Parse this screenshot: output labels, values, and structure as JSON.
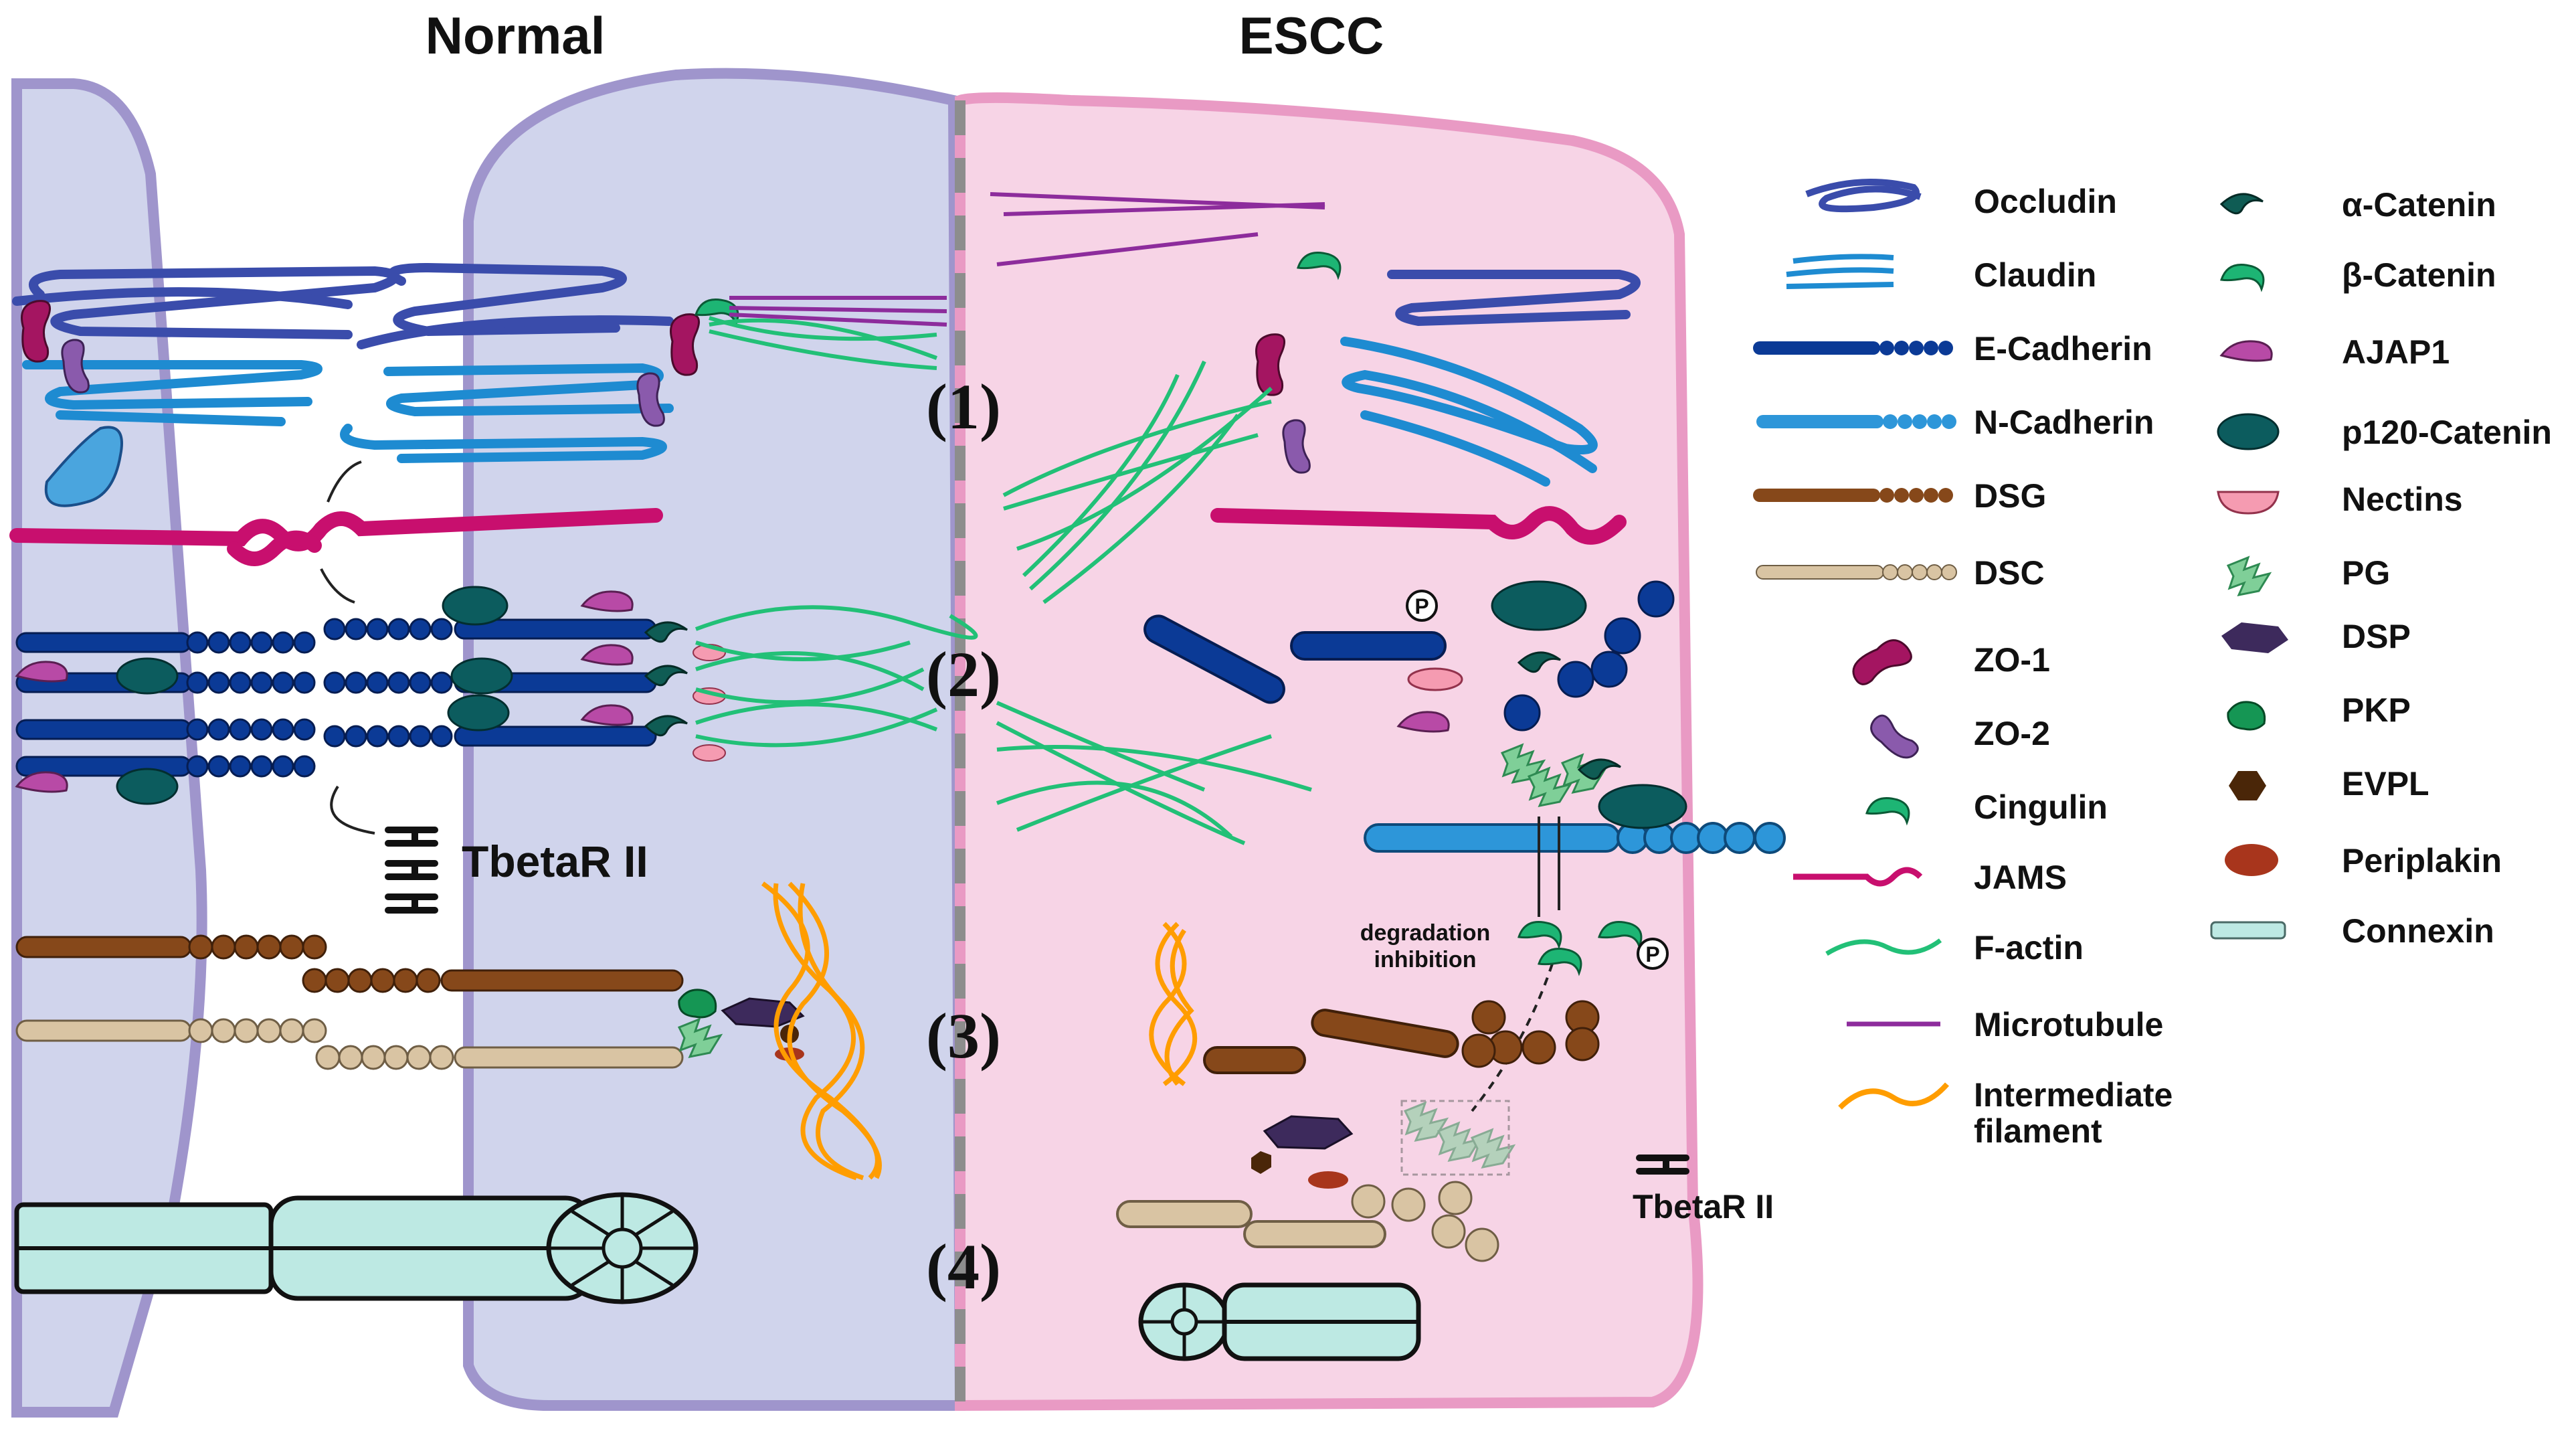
{
  "titles": {
    "normal": "Normal",
    "escc": "ESCC"
  },
  "stage_markers": [
    "(1)",
    "(2)",
    "(3)",
    "(4)"
  ],
  "annotations": {
    "receptor_normal": "TbetaR II",
    "receptor_escc": "TbetaR II",
    "degradation_line1": "degradation",
    "degradation_line2": "inhibition",
    "phospho": "P"
  },
  "legend": {
    "col1": [
      {
        "label": "Occludin",
        "icon": "occludin-icon"
      },
      {
        "label": "Claudin",
        "icon": "claudin-icon"
      },
      {
        "label": "E-Cadherin",
        "icon": "e-cadherin-icon"
      },
      {
        "label": "N-Cadherin",
        "icon": "n-cadherin-icon"
      },
      {
        "label": "DSG",
        "icon": "dsg-icon"
      },
      {
        "label": "DSC",
        "icon": "dsc-icon"
      },
      {
        "label": "ZO-1",
        "icon": "zo1-icon"
      },
      {
        "label": "ZO-2",
        "icon": "zo2-icon"
      },
      {
        "label": "Cingulin",
        "icon": "cingulin-icon"
      },
      {
        "label": "JAMS",
        "icon": "jams-icon"
      },
      {
        "label": "F-actin",
        "icon": "f-actin-icon"
      },
      {
        "label": "Microtubule",
        "icon": "microtubule-icon"
      },
      {
        "label": "Intermediate",
        "label2": "filament",
        "icon": "intermediate-filament-icon"
      }
    ],
    "col2": [
      {
        "label": "α-Catenin",
        "icon": "alpha-catenin-icon"
      },
      {
        "label": "β-Catenin",
        "icon": "beta-catenin-icon"
      },
      {
        "label": "AJAP1",
        "icon": "ajap1-icon"
      },
      {
        "label": "p120-Catenin",
        "icon": "p120-catenin-icon"
      },
      {
        "label": "Nectins",
        "icon": "nectins-icon"
      },
      {
        "label": "PG",
        "icon": "pg-icon"
      },
      {
        "label": "DSP",
        "icon": "dsp-icon"
      },
      {
        "label": "PKP",
        "icon": "pkp-icon"
      },
      {
        "label": "EVPL",
        "icon": "evpl-icon"
      },
      {
        "label": "Periplakin",
        "icon": "periplakin-icon"
      },
      {
        "label": "Connexin",
        "icon": "connexin-icon"
      }
    ]
  },
  "colors": {
    "normal_cell_fill": "#d0d4ec",
    "normal_cell_border": "#9f95cc",
    "escc_cell_fill": "#f7d4e6",
    "escc_cell_border": "#e99ac4",
    "occludin": "#3a4cab",
    "claudin": "#1e8bd1",
    "e_cadherin": "#0b3a96",
    "n_cadherin": "#2d96d9",
    "dsg": "#86481a",
    "dsc": "#d9c4a3",
    "zo1": "#a41561",
    "zo2": "#8a5aac",
    "cingulin": "#1db574",
    "jams": "#c80f6e",
    "f_actin": "#22c077",
    "microtubule": "#8d2c9c",
    "intermediate_filament": "#ff9d00",
    "alpha_catenin": "#0f5c54",
    "p120": "#0c5c5e",
    "ajap1": "#b84aa6",
    "nectins": "#f59bb1",
    "pg": "#7fcf98",
    "dsp": "#3d2a5c",
    "pkp": "#159654",
    "evpl": "#4a2608",
    "periplakin": "#a8351c",
    "connexin": "#bde9e3"
  }
}
